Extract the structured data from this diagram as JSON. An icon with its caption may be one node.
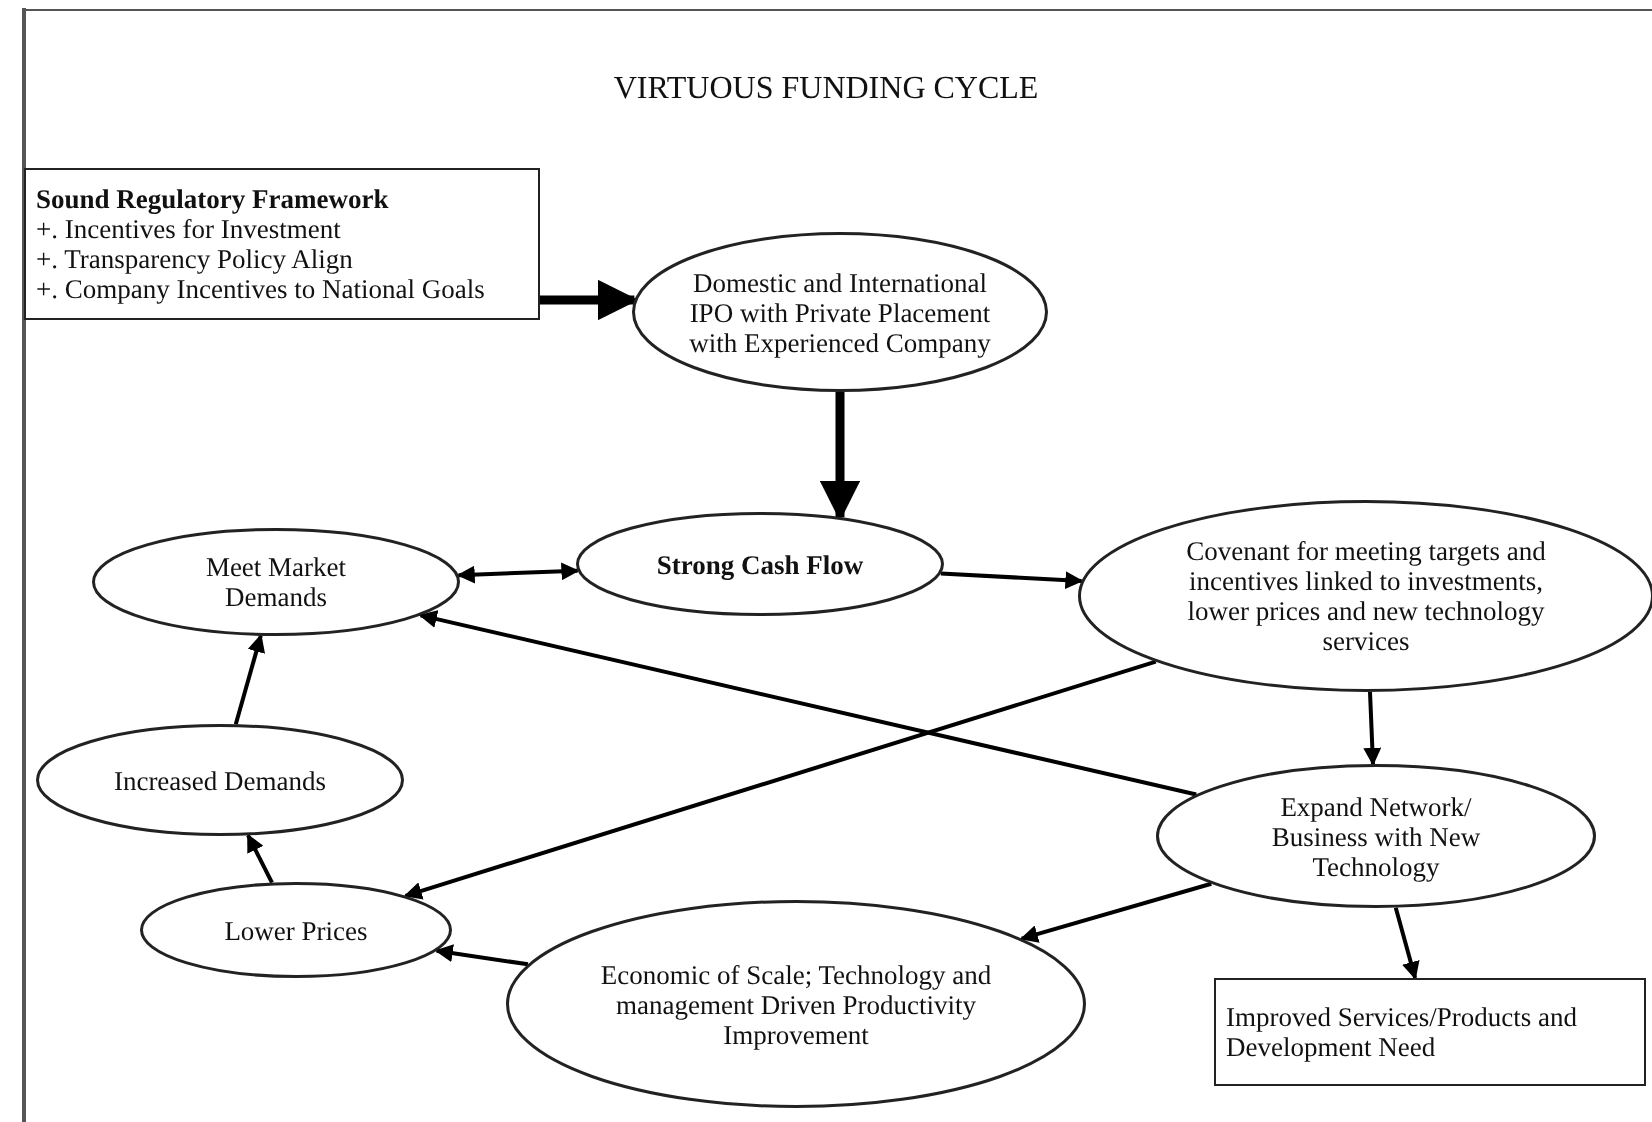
{
  "diagram": {
    "title": "VIRTUOUS FUNDING CYCLE",
    "nodes": [
      {
        "text": [
          "Sound Regulatory Framework",
          "+. Incentives for Investment",
          "+. Transparency Policy Align",
          "+. Company Incentives to National Goals"
        ]
      },
      {
        "text": [
          "Domestic and International IPO with Private Placement with Experienced Company"
        ]
      },
      {
        "text": [
          "Meet Market Demands"
        ]
      },
      {
        "text": [
          "Strong Cash Flow"
        ]
      },
      {
        "text": [
          "Covenant for meeting targets and incentives linked to investments, lower prices and new technology services"
        ]
      },
      {
        "text": [
          "Increased Demands"
        ]
      },
      {
        "text": [
          "Expand Network/ Business with New Technology"
        ]
      },
      {
        "text": [
          "Lower Prices"
        ]
      },
      {
        "text": [
          "Economic of Scale; Technology and management Driven Productivity Improvement"
        ]
      },
      {
        "text": [
          "Improved Services/Products and Development Need"
        ]
      }
    ],
    "edges": [
      {
        "from": 0,
        "to": 1,
        "arrow": "to",
        "style": "thick"
      },
      {
        "from": 1,
        "to": 3,
        "arrow": "to",
        "style": "thick"
      },
      {
        "from": 2,
        "to": 3,
        "arrow": "both"
      },
      {
        "from": 3,
        "to": 4,
        "arrow": "to"
      },
      {
        "from": 4,
        "to": 7,
        "arrow": "to"
      },
      {
        "from": 4,
        "to": 6,
        "arrow": "to"
      },
      {
        "from": 6,
        "to": 2,
        "arrow": "to"
      },
      {
        "from": 6,
        "to": 8,
        "arrow": "to"
      },
      {
        "from": 6,
        "to": 9,
        "arrow": "to"
      },
      {
        "from": 8,
        "to": 7,
        "arrow": "to"
      },
      {
        "from": 7,
        "to": 5,
        "arrow": "to"
      },
      {
        "from": 5,
        "to": 2,
        "arrow": "to"
      }
    ]
  }
}
